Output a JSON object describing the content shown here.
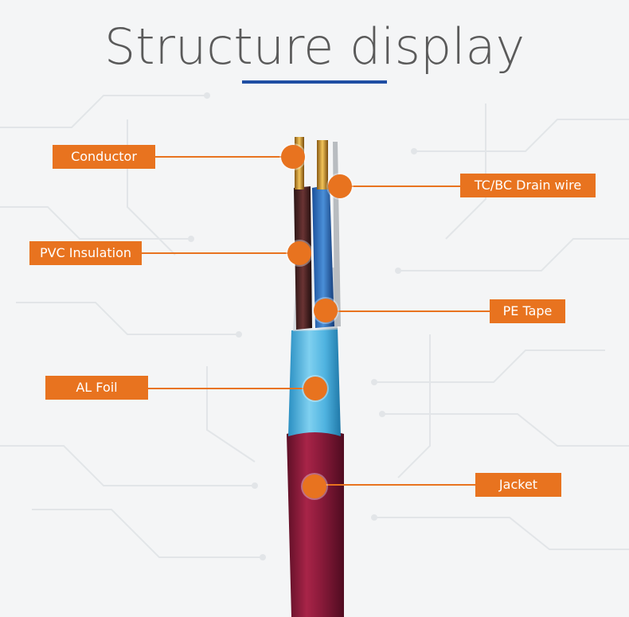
{
  "title": "Structure display",
  "colors": {
    "accent": "#e8731f",
    "underline": "#1f4ea3",
    "title": "#5a5a5a",
    "jacket": "#8a1a3a",
    "foil": "#4fb3e0"
  },
  "labels": {
    "conductor": "Conductor",
    "drain_wire": "TC/BC Drain wire",
    "pvc_insulation": "PVC Insulation",
    "pe_tape": "PE Tape",
    "al_foil": "AL Foil",
    "jacket": "Jacket"
  }
}
